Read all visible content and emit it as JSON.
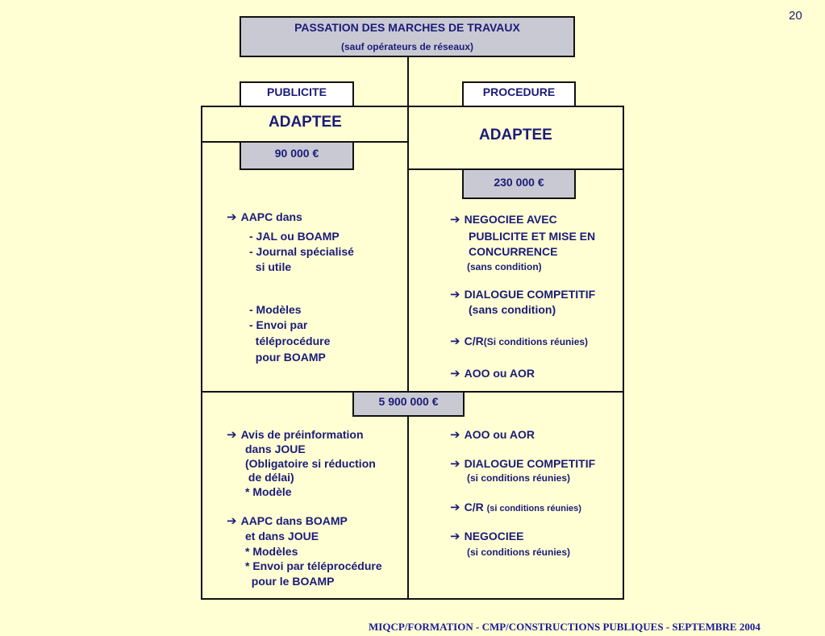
{
  "page_number": "20",
  "title": {
    "main": "PASSATION DES MARCHES DE TRAVAUX",
    "sub": "(sauf opérateurs de réseaux)"
  },
  "headers": {
    "publicite": "PUBLICITE",
    "procedure": "PROCEDURE"
  },
  "adaptee_left": "ADAPTEE",
  "adaptee_right": "ADAPTEE",
  "thresholds": {
    "t1": "90 000 €",
    "t2": "230 000 €",
    "t3": "5 900 000 €"
  },
  "arrow_glyph": "➔",
  "section1_left": {
    "aapc": "AAPC dans",
    "lines": [
      "- JAL ou BOAMP",
      "- Journal spécialisé",
      "  si utile",
      "- Modèles",
      "- Envoi par",
      "  téléprocédure",
      "  pour BOAMP"
    ]
  },
  "section1_right": {
    "negociee": [
      "NEGOCIEE AVEC",
      "PUBLICITE ET MISE EN",
      "CONCURRENCE"
    ],
    "negociee_note": "(sans condition)",
    "dialogue": "DIALOGUE COMPETITIF",
    "dialogue_note": "(sans condition)",
    "cr": "C/R",
    "cr_note": "(Si conditions réunies)",
    "aoo": "AOO ou AOR"
  },
  "section2_left": {
    "avis": [
      "Avis de préinformation",
      "dans JOUE",
      "(Obligatoire si réduction",
      " de délai)",
      "* Modèle"
    ],
    "aapc": [
      "AAPC dans BOAMP",
      "et dans JOUE",
      "* Modèles",
      "* Envoi par téléprocédure",
      "  pour le BOAMP"
    ]
  },
  "section2_right": {
    "aoo": "AOO ou AOR",
    "dialogue": "DIALOGUE COMPETITIF",
    "dialogue_note": "(si conditions réunies)",
    "cr": "C/R",
    "cr_note": "(si conditions réunies)",
    "negociee": "NEGOCIEE",
    "negociee_note": "(si conditions réunies)"
  },
  "footer": "MIQCP/FORMATION - CMP/CONSTRUCTIONS PUBLIQUES - SEPTEMBRE 2004",
  "colors": {
    "background": "#ffffd3",
    "text": "#1b1b7a",
    "box_grey": "#c9c9d3",
    "border": "#111111"
  }
}
